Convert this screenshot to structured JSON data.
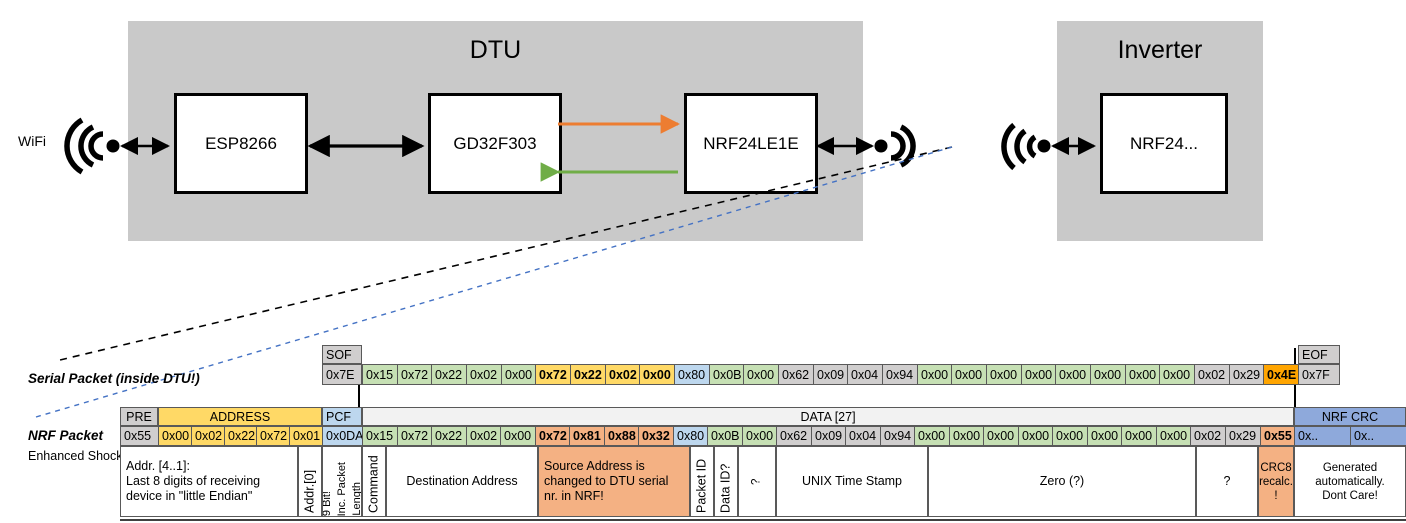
{
  "diagram": {
    "dtu": {
      "title": "DTU",
      "chips": [
        "ESP8266",
        "GD32F303",
        "NRF24LE1E"
      ],
      "wifi_label": "WiFi",
      "arrow_tx_color": "#ED7D31",
      "arrow_rx_color": "#70AD47"
    },
    "inverter": {
      "title": "Inverter",
      "chips": [
        "NRF24..."
      ]
    }
  },
  "serial_packet": {
    "label": "Serial Packet (inside DTU!)",
    "sof": {
      "name": "SOF",
      "value": "0x7E"
    },
    "eof": {
      "name": "EOF",
      "value": "0x7F"
    },
    "bytes": [
      {
        "v": "0x15",
        "c": "green"
      },
      {
        "v": "0x72",
        "c": "green"
      },
      {
        "v": "0x22",
        "c": "green"
      },
      {
        "v": "0x02",
        "c": "green"
      },
      {
        "v": "0x00",
        "c": "green"
      },
      {
        "v": "0x72",
        "c": "gold",
        "b": true
      },
      {
        "v": "0x22",
        "c": "gold",
        "b": true
      },
      {
        "v": "0x02",
        "c": "gold",
        "b": true
      },
      {
        "v": "0x00",
        "c": "gold",
        "b": true
      },
      {
        "v": "0x80",
        "c": "blue"
      },
      {
        "v": "0x0B",
        "c": "green"
      },
      {
        "v": "0x00",
        "c": "green"
      },
      {
        "v": "0x62",
        "c": "grey"
      },
      {
        "v": "0x09",
        "c": "grey"
      },
      {
        "v": "0x04",
        "c": "grey"
      },
      {
        "v": "0x94",
        "c": "grey"
      },
      {
        "v": "0x00",
        "c": "green"
      },
      {
        "v": "0x00",
        "c": "green"
      },
      {
        "v": "0x00",
        "c": "green"
      },
      {
        "v": "0x00",
        "c": "green"
      },
      {
        "v": "0x00",
        "c": "green"
      },
      {
        "v": "0x00",
        "c": "green"
      },
      {
        "v": "0x00",
        "c": "green"
      },
      {
        "v": "0x00",
        "c": "green"
      },
      {
        "v": "0x02",
        "c": "grey"
      },
      {
        "v": "0x29",
        "c": "grey"
      },
      {
        "v": "0x4E",
        "c": "orange",
        "b": true
      }
    ]
  },
  "nrf_packet": {
    "label": "NRF Packet",
    "sublabel": "Enhanced Shockburst",
    "groups": [
      {
        "name": "PRE",
        "c": "grey"
      },
      {
        "name": "ADDRESS",
        "c": "gold"
      },
      {
        "name": "PCF",
        "c": "blue"
      },
      {
        "name": "DATA [27]",
        "c": "light"
      },
      {
        "name": "NRF CRC",
        "c": "periwinkle"
      }
    ],
    "pre": [
      {
        "v": "0x55",
        "c": "grey"
      }
    ],
    "address": [
      {
        "v": "0x00",
        "c": "gold"
      },
      {
        "v": "0x02",
        "c": "gold"
      },
      {
        "v": "0x22",
        "c": "gold"
      },
      {
        "v": "0x72",
        "c": "gold"
      },
      {
        "v": "0x01",
        "c": "gold"
      }
    ],
    "pcf": [
      {
        "v": "0x0DA",
        "c": "blue"
      }
    ],
    "data": [
      {
        "v": "0x15",
        "c": "green"
      },
      {
        "v": "0x72",
        "c": "green"
      },
      {
        "v": "0x22",
        "c": "green"
      },
      {
        "v": "0x02",
        "c": "green"
      },
      {
        "v": "0x00",
        "c": "green"
      },
      {
        "v": "0x72",
        "c": "salmon",
        "b": true
      },
      {
        "v": "0x81",
        "c": "salmon",
        "b": true
      },
      {
        "v": "0x88",
        "c": "salmon",
        "b": true
      },
      {
        "v": "0x32",
        "c": "salmon",
        "b": true
      },
      {
        "v": "0x80",
        "c": "blue"
      },
      {
        "v": "0x0B",
        "c": "green"
      },
      {
        "v": "0x00",
        "c": "green"
      },
      {
        "v": "0x62",
        "c": "grey"
      },
      {
        "v": "0x09",
        "c": "grey"
      },
      {
        "v": "0x04",
        "c": "grey"
      },
      {
        "v": "0x94",
        "c": "grey"
      },
      {
        "v": "0x00",
        "c": "green"
      },
      {
        "v": "0x00",
        "c": "green"
      },
      {
        "v": "0x00",
        "c": "green"
      },
      {
        "v": "0x00",
        "c": "green"
      },
      {
        "v": "0x00",
        "c": "green"
      },
      {
        "v": "0x00",
        "c": "green"
      },
      {
        "v": "0x00",
        "c": "green"
      },
      {
        "v": "0x00",
        "c": "green"
      },
      {
        "v": "0x02",
        "c": "grey"
      },
      {
        "v": "0x29",
        "c": "grey"
      },
      {
        "v": "0x55",
        "c": "salmon",
        "b": true
      }
    ],
    "crc": [
      {
        "v": "0x..",
        "c": "periwinkle"
      },
      {
        "v": "0x..",
        "c": "periwinkle"
      }
    ],
    "descriptions": [
      {
        "id": "address-desc",
        "text": "Addr. [4..1]:\nLast 8 digits of receiving\ndevice in \"little Endian\""
      },
      {
        "id": "addr0-desc",
        "text": "Addr.[0]"
      },
      {
        "id": "pcf-desc",
        "text": "9 Bit!   Inc. Packet Length"
      },
      {
        "id": "command-desc",
        "text": "Command"
      },
      {
        "id": "destination-desc",
        "text": "Destination Address"
      },
      {
        "id": "source-desc",
        "text": "Source Address is changed to DTU serial nr. in NRF!"
      },
      {
        "id": "packet-id-desc",
        "text": "Packet ID"
      },
      {
        "id": "data-id-desc",
        "text": "Data ID?"
      },
      {
        "id": "unknown-desc",
        "text": "?"
      },
      {
        "id": "unix-desc",
        "text": "UNIX Time Stamp"
      },
      {
        "id": "zero-desc",
        "text": "Zero (?)"
      },
      {
        "id": "question-desc",
        "text": "?"
      },
      {
        "id": "crc8-desc",
        "text": "CRC8 recalc. !"
      },
      {
        "id": "nrfcrc-desc",
        "text": "Generated automatically. Dont Care!"
      }
    ],
    "pcf_desc_parts": [
      "9 Bit!",
      "Inc. Packet",
      "Length"
    ],
    "address_desc_lines": [
      "Addr. [4..1]:",
      "Last 8 digits of receiving",
      "device in \"little Endian\""
    ],
    "source_desc_lines": [
      "Source Address is",
      "changed to DTU serial",
      "nr. in NRF!"
    ],
    "crc8_desc_lines": [
      "CRC8",
      "recalc.",
      "!"
    ],
    "nrfcrc_desc_lines": [
      "Generated",
      "automatically.",
      "Dont Care!"
    ]
  },
  "colors": {
    "green": "#C6E0B4",
    "gold": "#FFD966",
    "blue": "#BDD7EE",
    "grey": "#D0CECE",
    "orange": "#FFA500",
    "salmon": "#F4B183",
    "periwinkle": "#8EA9DB",
    "light": "#F2F2F2",
    "enclosure": "#C9C9C9"
  }
}
